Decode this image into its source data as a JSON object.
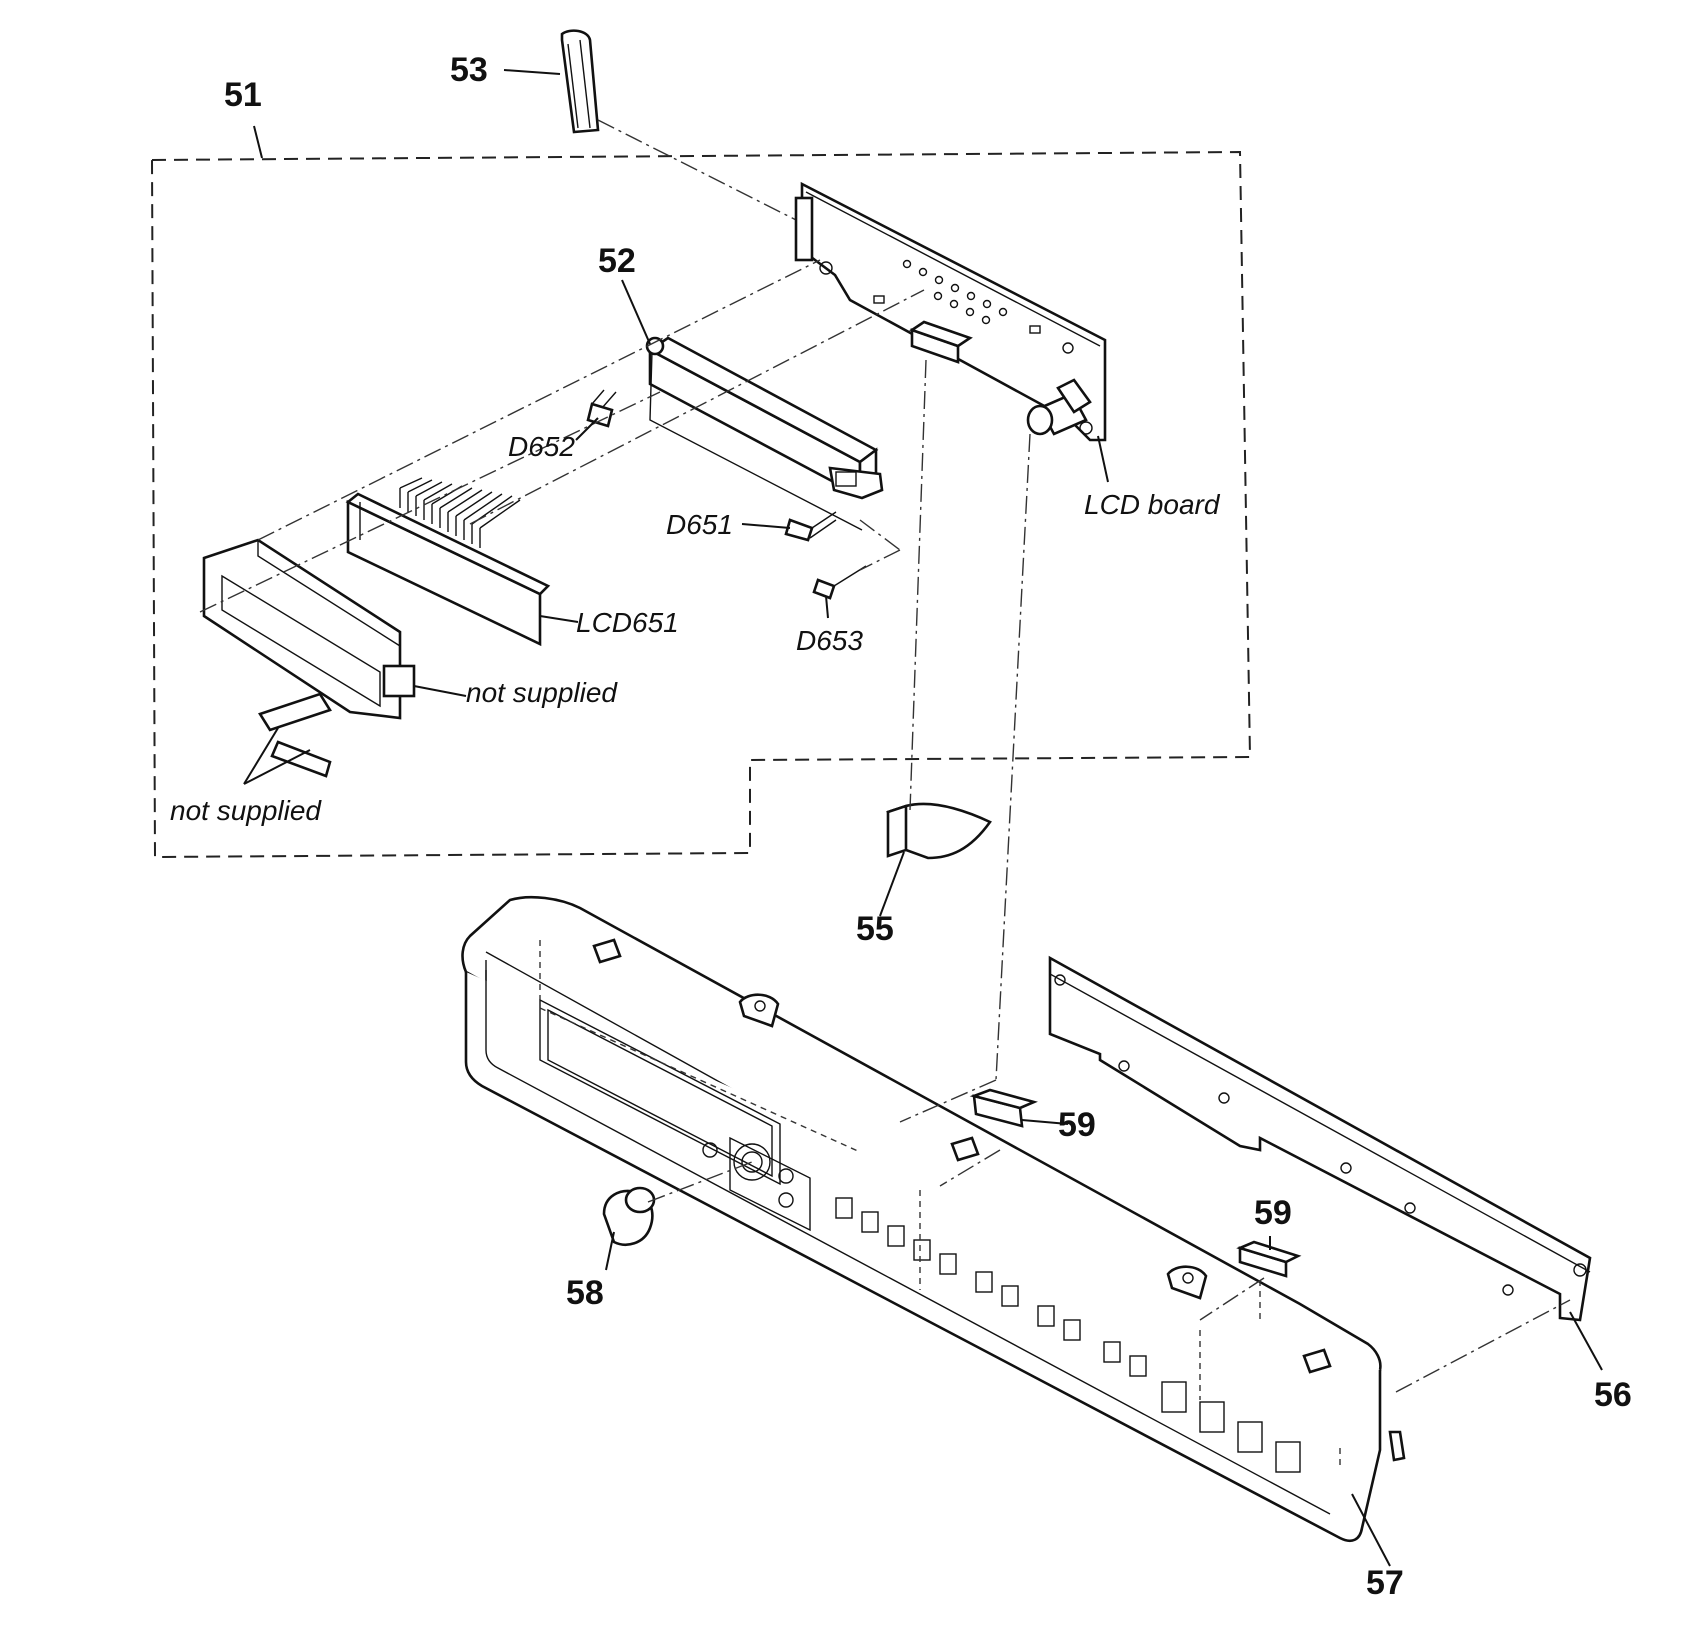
{
  "labels": {
    "p51": "51",
    "p52": "52",
    "p53": "53",
    "p55": "55",
    "p56": "56",
    "p57": "57",
    "p58": "58",
    "p59a": "59",
    "p59b": "59",
    "d651": "D651",
    "d652": "D652",
    "d653": "D653",
    "lcd651": "LCD651",
    "lcd_board": "LCD board",
    "not_supplied_1": "not supplied",
    "not_supplied_2": "not supplied"
  }
}
